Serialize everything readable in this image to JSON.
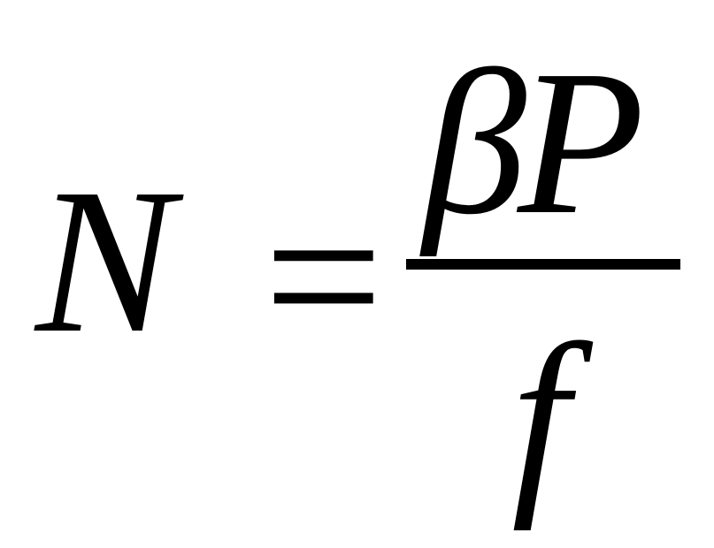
{
  "equation": {
    "lhs": "N",
    "equals": "=",
    "numerator": "βP",
    "denominator": "f"
  }
}
